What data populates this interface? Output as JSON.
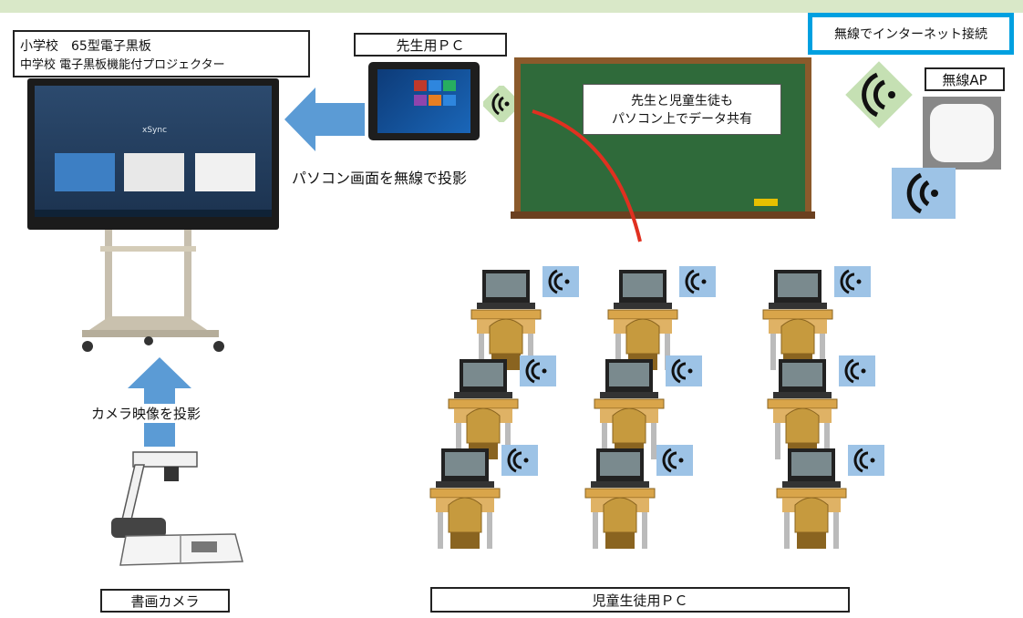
{
  "labels": {
    "board_line1": "小学校　65型電子黒板",
    "board_line2": "中学校 電子黒板機能付プロジェクター",
    "teacher_pc": "先生用ＰＣ",
    "wireless_internet": "無線でインターネット接続",
    "wireless_ap": "無線AP",
    "blackboard_text1": "先生と児童生徒も",
    "blackboard_text2": "パソコン上でデータ共有",
    "project_wireless": "パソコン画面を無線で投影",
    "project_camera": "カメラ映像を投影",
    "doc_camera": "書画カメラ",
    "student_pc": "児童生徒用ＰＣ",
    "screen_brand": "xSync"
  },
  "colors": {
    "arrow_blue": "#5b9bd5",
    "wifi_green_bg": "#c5e0b3",
    "wifi_blue_bg": "#9dc3e6",
    "blackboard": "#2f6a3a",
    "frame_brown": "#8b5a2b",
    "red_line": "#e03020",
    "cyan_border": "#00a0e0",
    "desk_wood": "#d9a54a"
  },
  "icons": [
    "wifi-icon",
    "arrow-right-icon",
    "arrow-up-icon",
    "laptop-icon",
    "desk-icon",
    "access-point-icon",
    "document-camera-icon",
    "tablet-icon"
  ]
}
